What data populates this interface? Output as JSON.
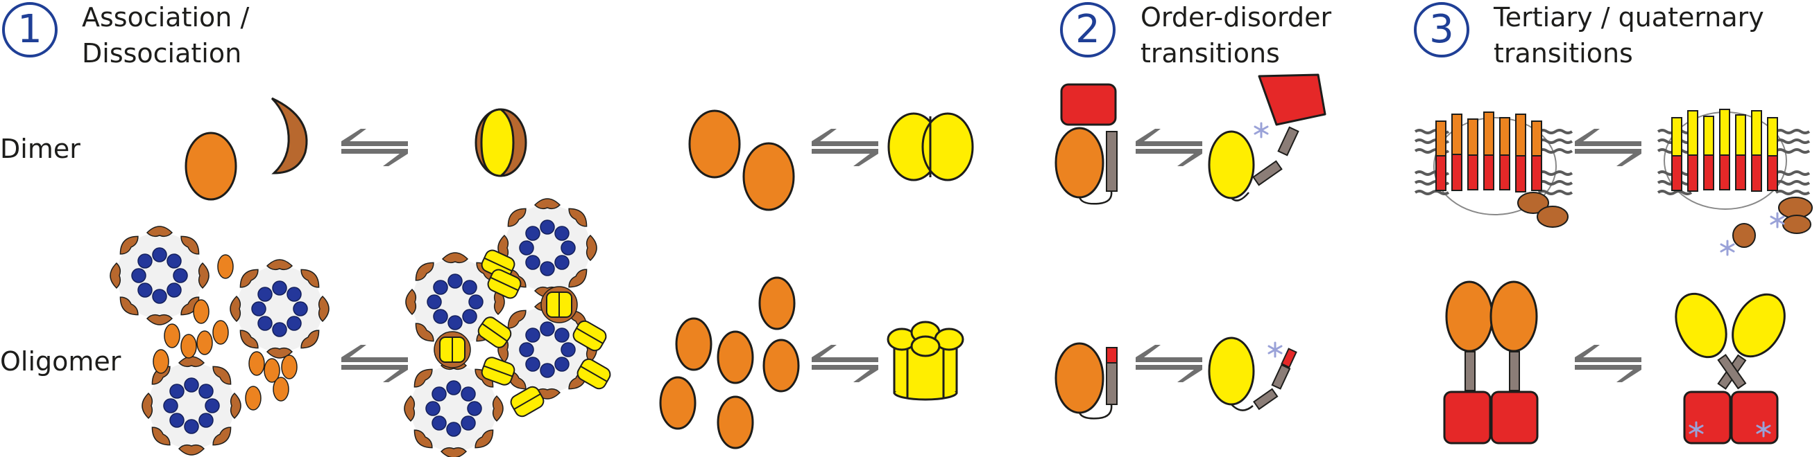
{
  "panels": [
    {
      "number": "1",
      "title_line1": "Association /",
      "title_line2": "Dissociation"
    },
    {
      "number": "2",
      "title_line1": "Order-disorder",
      "title_line2": "transitions"
    },
    {
      "number": "3",
      "title_line1": "Tertiary / quaternary",
      "title_line2": "transitions"
    }
  ],
  "rows": {
    "dimer": "Dimer",
    "oligomer": "Oligomer"
  },
  "colors": {
    "orange": "#ec8320",
    "yellow": "#ffee00",
    "brown": "#b8682e",
    "red": "#e52828",
    "blue": "#24379a",
    "gray": "#8b7d77",
    "outline": "#1d1d1b",
    "accent_circle": "#1f3f96",
    "asterisk": "#9aa2d8",
    "membrane": "#6f6f6f"
  }
}
